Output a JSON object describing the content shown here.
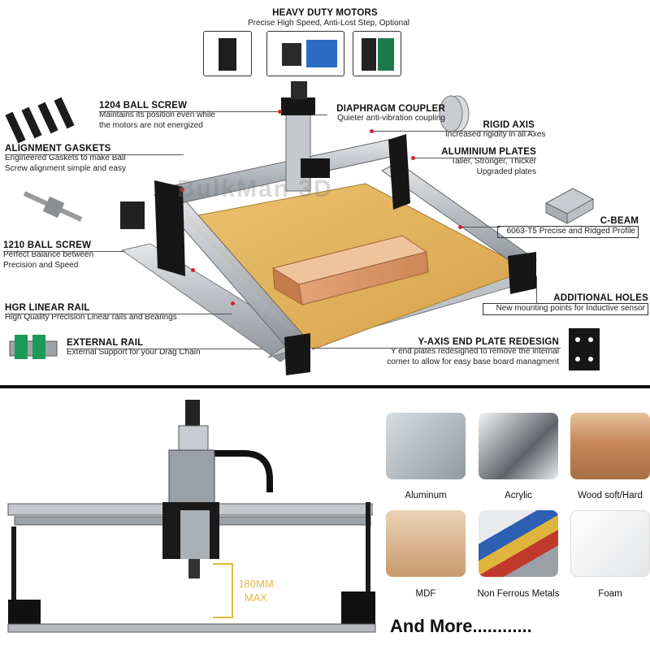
{
  "motors": {
    "title": "HEAVY DUTY MOTORS",
    "subtitle": "Precise High Speed, Anti-Lost Step, Optional"
  },
  "callouts": {
    "ball_screw_1204": {
      "title": "1204 BALL SCREW",
      "desc1": "Maintains its position even while",
      "desc2": "the motors are not energized"
    },
    "diaphragm_coupler": {
      "title": "DIAPHRAGM COUPLER",
      "desc1": "Quieter anti-vibration coupling"
    },
    "rigid_axis": {
      "title": "RIGID AXIS",
      "desc1": "Increased rigidity in all Axes"
    },
    "aluminium_plates": {
      "title": "ALUMINIUM PLATES",
      "desc1": "Taller, Stronger, Thicker",
      "desc2": "Upgraded plates"
    },
    "alignment_gaskets": {
      "title": "ALIGNMENT GASKETS",
      "desc1": "Engineered Gaskets to make Ball",
      "desc2": "Screw alignment simple and easy"
    },
    "c_beam": {
      "title": "C-BEAM",
      "desc1": "6063-T5 Precise and Ridged Profile"
    },
    "ball_screw_1210": {
      "title": "1210 BALL SCREW",
      "desc1": "Perfect Balance between",
      "desc2": "Precision and Speed"
    },
    "additional_holes": {
      "title": "ADDITIONAL HOLES",
      "desc1": "New mounting points for Inductive sensor"
    },
    "hgr_linear_rail": {
      "title": "HGR LINEAR RAIL",
      "desc1": "High Quality Precision Linear rails and Bearings"
    },
    "external_rail": {
      "title": "EXTERNAL RAIL",
      "desc1": "External Support for your Drag Chain"
    },
    "y_axis_end_plate": {
      "title": "Y-AXIS END PLATE REDESIGN",
      "desc1": "Y end plates redesigned to remove the internal",
      "desc2": "corner to allow for easy base board managment"
    }
  },
  "watermark": "BulkMan 3D",
  "spindle_clearance": {
    "line1": "180MM",
    "line2": "MAX"
  },
  "materials": [
    {
      "label": "Aluminum",
      "color": "#9aa6b0"
    },
    {
      "label": "Acrylic",
      "color": "#8c8f93"
    },
    {
      "label": "Wood soft/Hard",
      "color": "#c79062"
    },
    {
      "label": "MDF",
      "color": "#d9b590"
    },
    {
      "label": "Non Ferrous Metals",
      "color": "#c0392b"
    },
    {
      "label": "Foam",
      "color": "#f2f2f2"
    }
  ],
  "and_more": "And More............",
  "colors": {
    "bed": "#e2b25c",
    "rail": "#c8ccd0",
    "plate": "#161616",
    "accent": "#d0232a",
    "dim": "#e4b93c"
  }
}
